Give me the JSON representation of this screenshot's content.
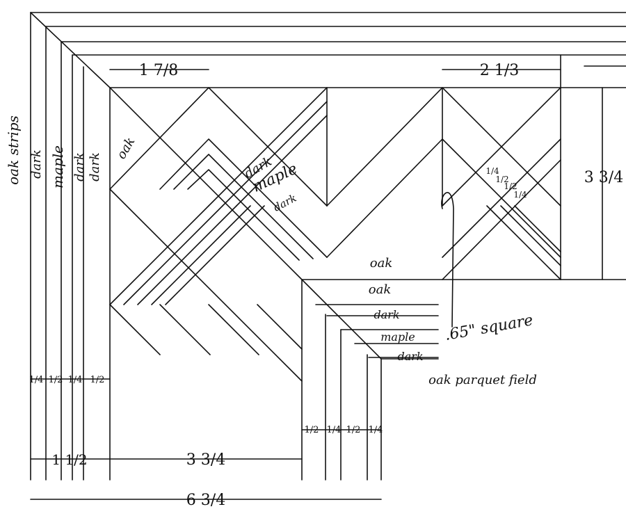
{
  "labels": {
    "oak_strips": "oak strips",
    "dark_left": "dark",
    "maple_left": "maple",
    "dark_left2": "dark",
    "dark_left3": "dark",
    "oak_weave_left": "oak",
    "dark_weave": "dark",
    "maple_weave": "maple",
    "dark_weave2": "dark",
    "oak_weave_center": "oak",
    "oak_border": "oak",
    "dark_border": "dark",
    "maple_border": "maple",
    "dark_border2": "dark",
    "square_note": ".65\" square",
    "field_note": "oak parquet field"
  },
  "dimensions": {
    "top_left": "1 7/8",
    "top_right": "2 1/3",
    "right_height": "3 3/4",
    "small_quarter_a": "1/4",
    "small_half_a": "1/2",
    "small_half_b": "1/2",
    "small_quarter_b": "1/4",
    "left_strip_quarter": "1/4",
    "left_strip_half": "1/2",
    "left_strip_quarter2": "1/4",
    "left_strip_half2": "1/2",
    "bottom_strip_half": "1/2",
    "bottom_strip_quarter": "1/4",
    "bottom_strip_half2": "1/2",
    "bottom_strip_quarter2": "1/4",
    "bottom_left": "1 1/2",
    "bottom_middle": "3 3/4",
    "bottom_total": "6 3/4"
  }
}
